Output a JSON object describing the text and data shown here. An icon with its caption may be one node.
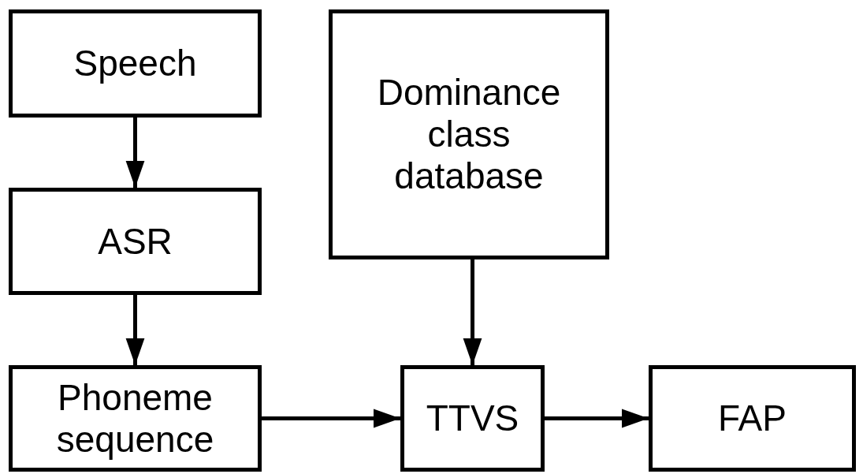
{
  "diagram": {
    "nodes": [
      {
        "text": [
          "Speech"
        ]
      },
      {
        "text": [
          "ASR"
        ]
      },
      {
        "text": [
          "Phoneme sequence"
        ]
      },
      {
        "text": [
          "Dominance class database"
        ]
      },
      {
        "text": [
          "TTVS"
        ]
      },
      {
        "text": [
          "FAP"
        ]
      }
    ],
    "edges": [
      {
        "from": 0,
        "to": 1,
        "arrow": "to"
      },
      {
        "from": 1,
        "to": 2,
        "arrow": "to"
      },
      {
        "from": 3,
        "to": 4,
        "arrow": "to"
      },
      {
        "from": 2,
        "to": 4,
        "arrow": "to"
      },
      {
        "from": 4,
        "to": 5,
        "arrow": "to"
      }
    ]
  }
}
